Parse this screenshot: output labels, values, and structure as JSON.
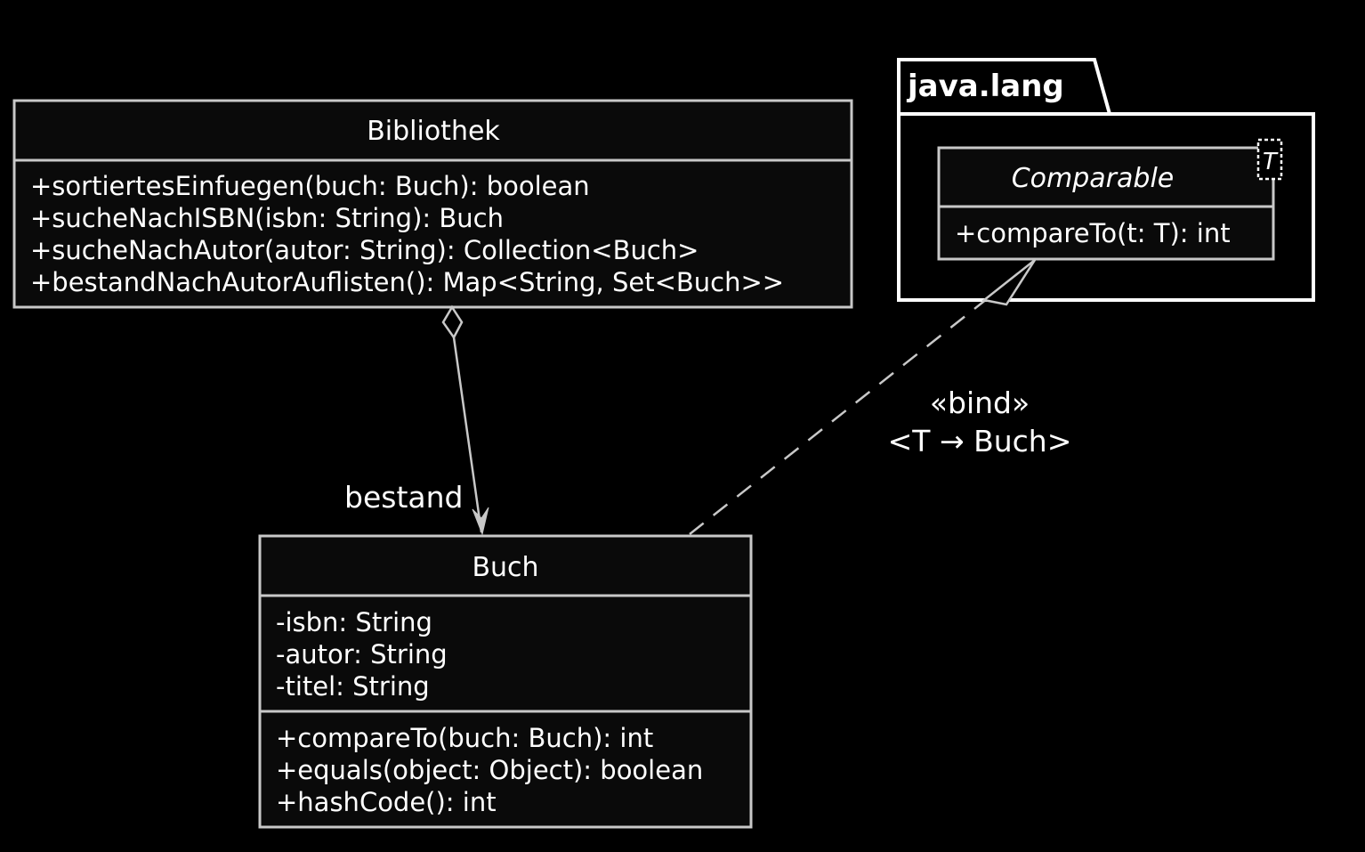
{
  "package": {
    "name": "java.lang",
    "interface": {
      "name": "Comparable",
      "type_parameter": "T",
      "operations": [
        "+compareTo(t: T): int"
      ]
    }
  },
  "classes": {
    "bibliothek": {
      "name": "Bibliothek",
      "operations": [
        "+sortiertesEinfuegen(buch: Buch): boolean",
        "+sucheNachISBN(isbn: String): Buch",
        "+sucheNachAutor(autor: String): Collection<Buch>",
        "+bestandNachAutorAuflisten(): Map<String, Set<Buch>>"
      ]
    },
    "buch": {
      "name": "Buch",
      "attributes": [
        "-isbn: String",
        "-autor: String",
        "-titel: String"
      ],
      "operations": [
        "+compareTo(buch: Buch): int",
        "+equals(object: Object): boolean",
        "+hashCode(): int"
      ]
    }
  },
  "relations": {
    "aggregation": {
      "role": "bestand"
    },
    "realization": {
      "stereotype": "«bind»",
      "binding": "<T → Buch>"
    }
  }
}
